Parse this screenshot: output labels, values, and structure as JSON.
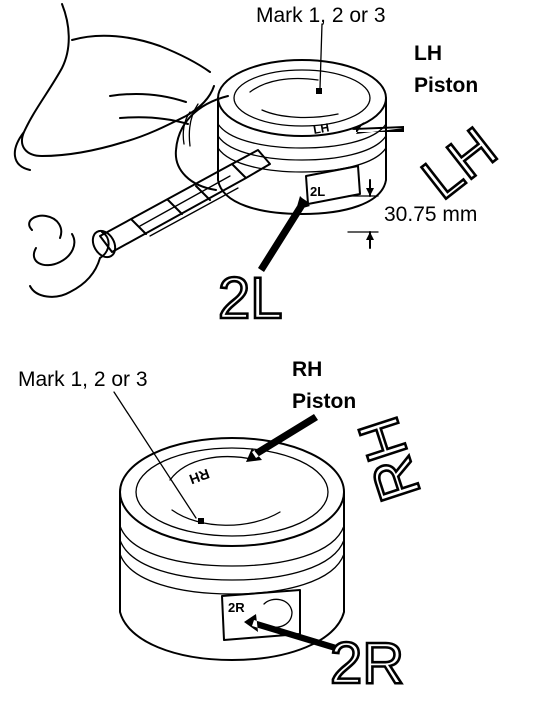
{
  "top": {
    "mark_label": "Mark 1, 2 or 3",
    "piston_label_line1": "LH",
    "piston_label_line2": "Piston",
    "crown_stamp": "LH",
    "side_stamp": "2L",
    "callout_large": "LH",
    "dimension": "30.75 mm",
    "bottom_callout": "2L"
  },
  "bottom": {
    "mark_label": "Mark 1, 2 or 3",
    "piston_label_line1": "RH",
    "piston_label_line2": "Piston",
    "crown_stamp": "RH",
    "callout_large": "RH",
    "side_stamp": "2R",
    "bottom_callout": "2R"
  }
}
